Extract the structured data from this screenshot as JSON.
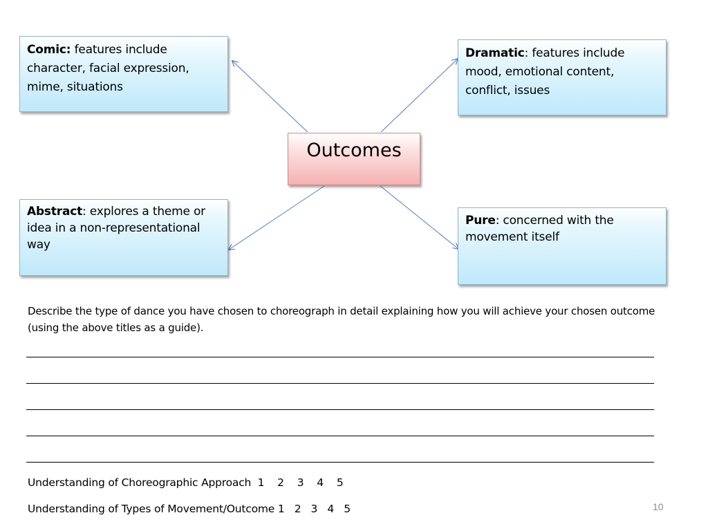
{
  "center": {
    "label": "Outcomes"
  },
  "boxes": {
    "comic": {
      "title": "Comic:",
      "text": " features include character, facial expression, mime, situations"
    },
    "dramatic": {
      "title": "Dramatic",
      "text": ": features include mood, emotional content, conflict, issues"
    },
    "abstract": {
      "title": "Abstract",
      "text": ": explores a theme or idea in a non-representational way"
    },
    "pure": {
      "title": "Pure",
      "text": ": concerned with the movement itself"
    }
  },
  "instructions": "Describe the type of dance you have chosen to choreograph in detail explaining how you will achieve your chosen outcome (using the above titles as a guide).",
  "ratings": [
    {
      "text": "Understanding of Choreographic Approach  1    2    3    4    5"
    },
    {
      "text": "Understanding of Types of Movement/Outcome 1   2   3   4   5"
    }
  ],
  "page_number": "10",
  "colors": {
    "box_fill": "#bfe9fb",
    "center_fill": "#f5b1b1",
    "arrow": "#4a7ebb"
  }
}
